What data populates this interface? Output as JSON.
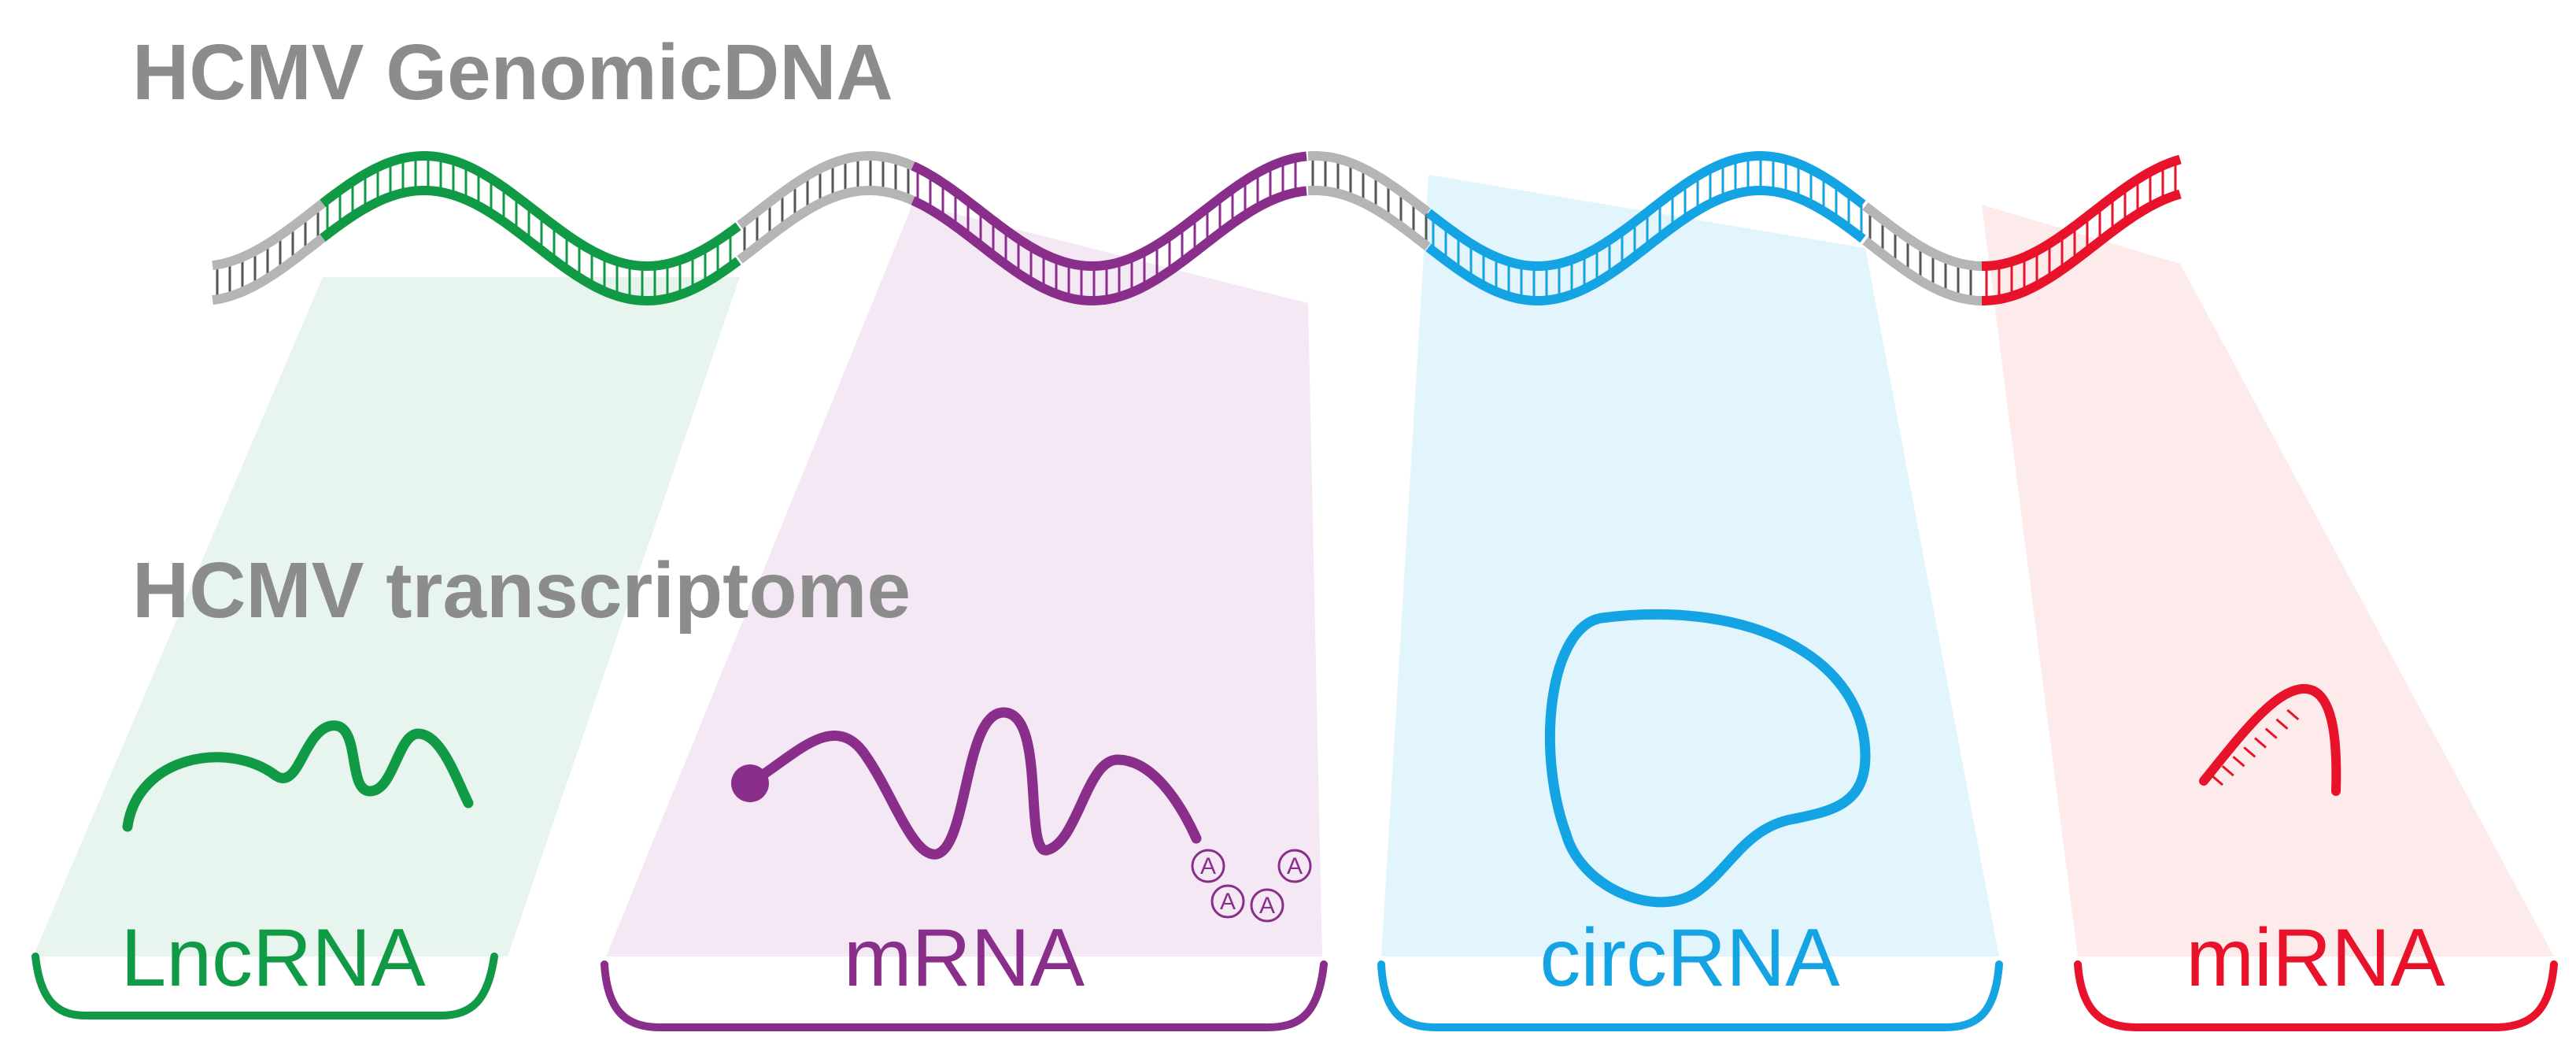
{
  "headings": {
    "genomic": "HCMV GenomicDNA",
    "transcriptome": "HCMV transcriptome"
  },
  "rna_types": [
    {
      "key": "lnc",
      "label": "LncRNA",
      "color": "#109a45",
      "fill": "#e8f5ee"
    },
    {
      "key": "m",
      "label": "mRNA",
      "color": "#8a2e8c",
      "fill": "#f3e8f4"
    },
    {
      "key": "circ",
      "label": "circRNA",
      "color": "#14a3e3",
      "fill": "#e3f5fc"
    },
    {
      "key": "mi",
      "label": "miRNA",
      "color": "#e8132a",
      "fill": "#fdeaea"
    }
  ],
  "dna_color": "#b5b5b5",
  "polyA_marker": "A"
}
